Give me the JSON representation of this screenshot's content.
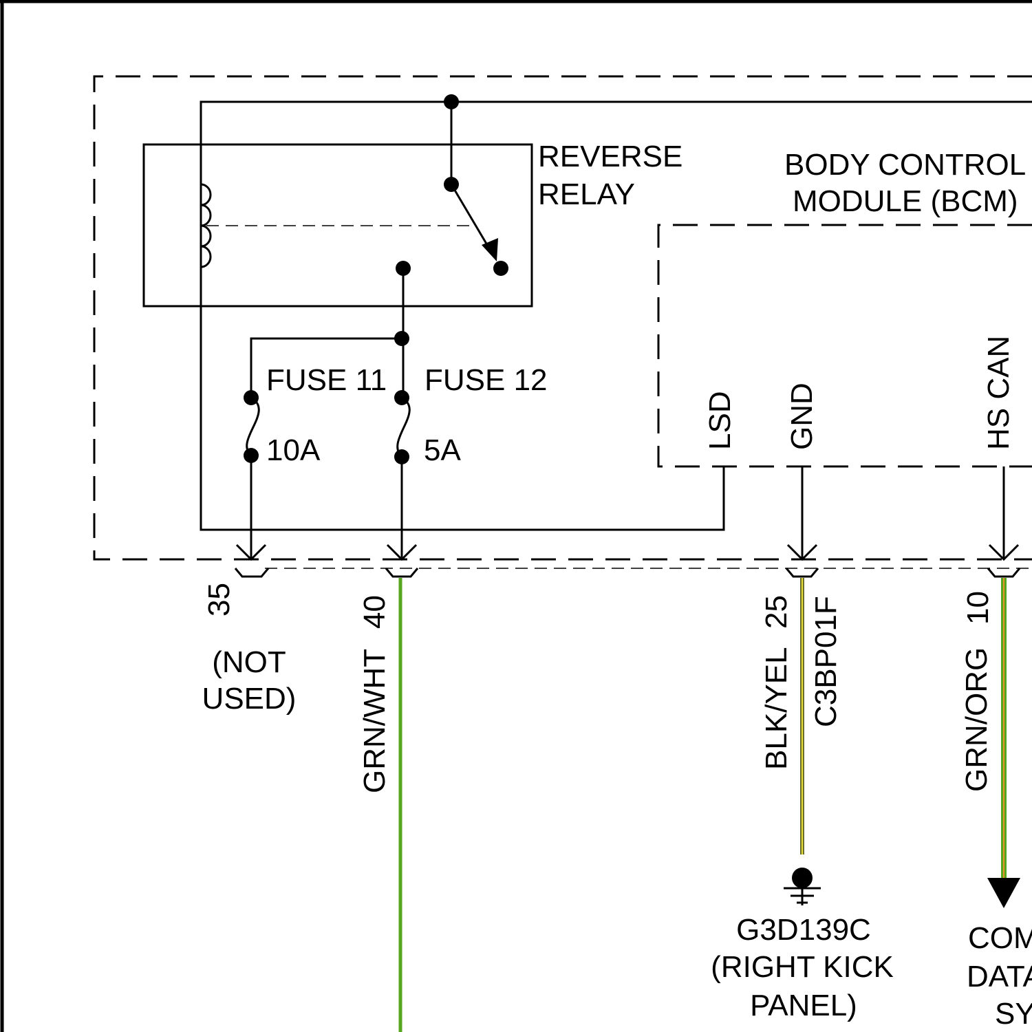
{
  "labels": {
    "reverse_relay_1": "REVERSE",
    "reverse_relay_2": "RELAY",
    "bcm_1": "BODY CONTROL",
    "bcm_2": "MODULE (BCM)",
    "fuse11": "FUSE 11",
    "fuse12": "FUSE 12",
    "fuse11_rating": "10A",
    "fuse12_rating": "5A",
    "pin_lsd": "LSD",
    "pin_gnd": "GND",
    "pin_hscan": "HS CAN"
  },
  "connector": {
    "name": "C3BP01F",
    "pins": [
      {
        "pin": "35",
        "note_1": "(NOT",
        "note_2": "USED)"
      },
      {
        "pin": "40",
        "wire": "GRN/WHT"
      },
      {
        "pin": "25",
        "wire": "BLK/YEL"
      },
      {
        "pin": "10",
        "wire": "GRN/ORG"
      }
    ]
  },
  "ground": {
    "id": "G3D139C",
    "loc_1": "(RIGHT KICK",
    "loc_2": "PANEL)"
  },
  "comm": {
    "line_1": "COM",
    "line_2": "DATA",
    "line_3": "SY"
  },
  "colors": {
    "green": "#55a61e",
    "yellow": "#e6dc3a",
    "orange": "#e8932a",
    "line": "#000000"
  }
}
